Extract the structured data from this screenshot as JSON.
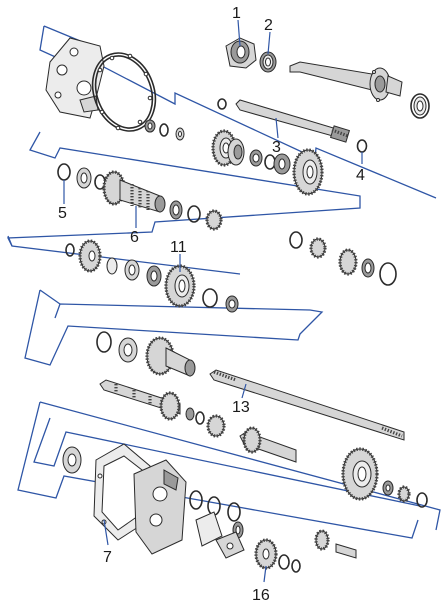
{
  "callouts": [
    {
      "id": "callout-1",
      "text": "1"
    },
    {
      "id": "callout-2",
      "text": "2"
    },
    {
      "id": "callout-3",
      "text": "3"
    },
    {
      "id": "callout-4",
      "text": "4"
    },
    {
      "id": "callout-5",
      "text": "5"
    },
    {
      "id": "callout-6",
      "text": "6"
    },
    {
      "id": "callout-7",
      "text": "7"
    },
    {
      "id": "callout-11",
      "text": "11"
    },
    {
      "id": "callout-13",
      "text": "13"
    },
    {
      "id": "callout-16",
      "text": "16"
    }
  ],
  "colors": {
    "bracket": "#2f56a6",
    "part_fill": "#d6d6d6",
    "part_outline": "#2b2b2b"
  }
}
